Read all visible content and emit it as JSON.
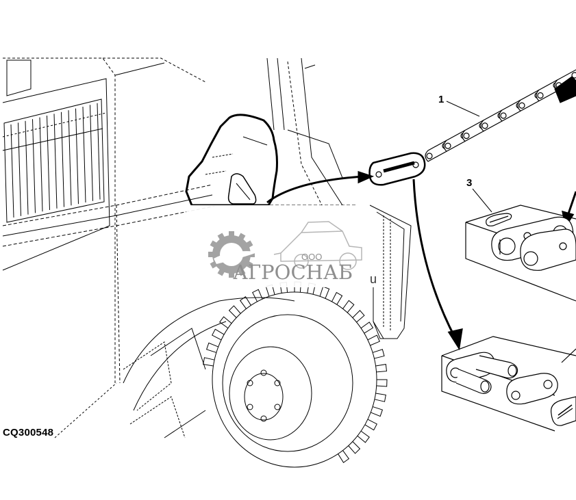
{
  "figure": {
    "id_label": "CQ300548",
    "callouts": {
      "chain": "1",
      "link_with_spring_clip": "3"
    }
  },
  "watermark": {
    "prefix": "ООО",
    "company": "АГРОСНАБ",
    "stray_char": "u"
  },
  "colors": {
    "line": "#000000",
    "background": "#ffffff",
    "watermark": "#8e8e8e"
  }
}
